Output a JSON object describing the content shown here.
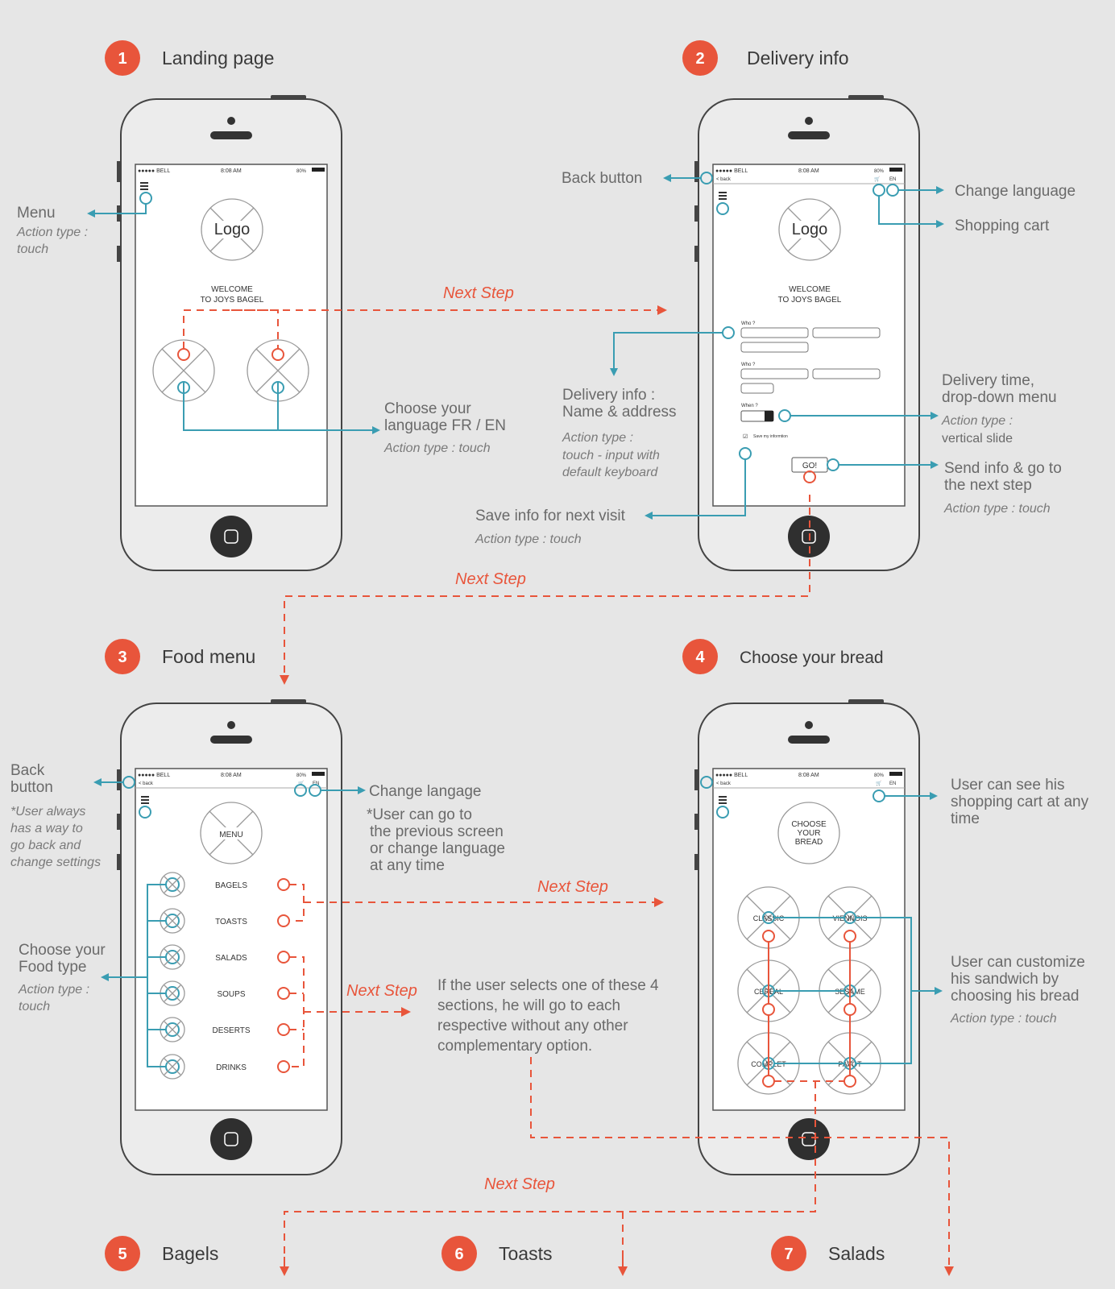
{
  "sections": [
    {
      "num": "1",
      "title": "Landing page"
    },
    {
      "num": "2",
      "title": "Delivery info"
    },
    {
      "num": "3",
      "title": "Food menu"
    },
    {
      "num": "4",
      "title": "Choose your bread"
    },
    {
      "num": "5",
      "title": "Bagels"
    },
    {
      "num": "6",
      "title": "Toasts"
    },
    {
      "num": "7",
      "title": "Salads"
    }
  ],
  "status_bar": {
    "carrier": "●●●●● BELL",
    "time": "8:08 AM",
    "battery": "80%"
  },
  "screens": {
    "landing": {
      "logo": "Logo",
      "welcome_1": "WELCOME",
      "welcome_2": "TO JOYS BAGEL"
    },
    "delivery": {
      "back": "< back",
      "lang": "EN",
      "logo": "Logo",
      "welcome_1": "WELCOME",
      "welcome_2": "TO JOYS BAGEL",
      "who_1": "Who ?",
      "who_2": "Who ?",
      "when": "When ?",
      "save": "Save my informtion",
      "go": "GO!"
    },
    "food_menu": {
      "back": "< back",
      "lang": "EN",
      "menu": "MENU",
      "items": [
        "BAGELS",
        "TOASTS",
        "SALADS",
        "SOUPS",
        "DESERTS",
        "DRINKS"
      ]
    },
    "bread": {
      "back": "< back",
      "lang": "EN",
      "title_1": "CHOOSE",
      "title_2": "YOUR",
      "title_3": "BREAD",
      "options": [
        "CLASSIC",
        "VIENNOIS",
        "CEREAL",
        "SESAME",
        "COMPLET",
        "PAVOT"
      ]
    }
  },
  "annotations": {
    "menu": "Menu",
    "menu_action_1": "Action type :",
    "menu_action_2": "touch",
    "choose_lang_1": "Choose your",
    "choose_lang_2": "language FR / EN",
    "choose_lang_action": "Action type : touch",
    "back_button": "Back button",
    "change_language": "Change language",
    "shopping_cart": "Shopping cart",
    "delivery_info_1": "Delivery info :",
    "delivery_info_2": "Name & address",
    "delivery_info_action_1": "Action type :",
    "delivery_info_action_2": "touch - input with",
    "delivery_info_action_3": "default keyboard",
    "delivery_time_1": "Delivery time,",
    "delivery_time_2": "drop-down menu",
    "delivery_time_action_1": "Action type :",
    "delivery_time_action_2": "vertical slide",
    "send_info_1": "Send info & go to",
    "send_info_2": "the next step",
    "send_info_action": "Action type : touch",
    "save_info": "Save info for next visit",
    "save_info_action": "Action type : touch",
    "back_button_3a": "Back",
    "back_button_3b": "button",
    "back_note_1": "*User always",
    "back_note_2": "has a way to",
    "back_note_3": "go back and",
    "back_note_4": "change settings",
    "change_langage": "Change langage",
    "change_note_1": "*User can go to",
    "change_note_2": "the previous screen",
    "change_note_3": "or change language",
    "change_note_4": "at any time",
    "food_type_1": "Choose your",
    "food_type_2": "Food type",
    "food_type_action_1": "Action type :",
    "food_type_action_2": "touch",
    "four_sections_1": "If the user selects one of these 4",
    "four_sections_2": "sections, he will go to each",
    "four_sections_3": "respective without any other",
    "four_sections_4": "complementary option.",
    "cart_any_time_1": "User can see his",
    "cart_any_time_2": "shopping cart at any",
    "cart_any_time_3": "time",
    "customize_1": "User can customize",
    "customize_2": "his sandwich by",
    "customize_3": "choosing his bread",
    "customize_action": "Action type : touch",
    "next_step": "Next Step"
  },
  "colors": {
    "accent_red": "#e8553b",
    "accent_blue": "#3a9db2",
    "background": "#e6e6e6"
  }
}
